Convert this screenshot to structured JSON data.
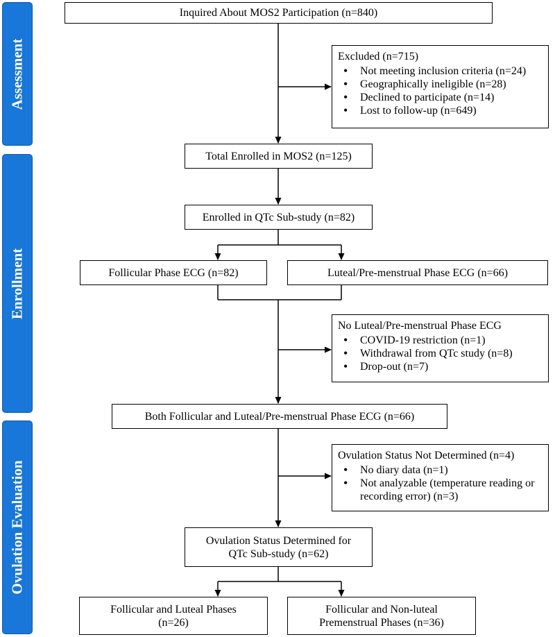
{
  "phases": {
    "assessment": "Assessment",
    "enrollment": "Enrollment",
    "ovulation": "Ovulation Evaluation"
  },
  "boxes": {
    "inquired": "Inquired About MOS2 Participation (n=840)",
    "excluded": {
      "title": "Excluded (n=715)",
      "items": [
        "Not meeting inclusion criteria (n=24)",
        "Geographically ineligible (n=28)",
        "Declined to participate (n=14)",
        "Lost to follow-up (n=649)"
      ]
    },
    "total_enrolled": "Total Enrolled in MOS2 (n=125)",
    "qtc_enrolled": "Enrolled in QTc Sub-study (n=82)",
    "follicular_ecg": "Follicular Phase ECG (n=82)",
    "luteal_ecg": "Luteal/Pre-menstrual Phase ECG (n=66)",
    "no_luteal": {
      "title": "No Luteal/Pre-menstrual Phase ECG",
      "items": [
        "COVID-19 restriction (n=1)",
        "Withdrawal from QTc study (n=8)",
        "Drop-out (n=7)"
      ]
    },
    "both_ecg": "Both Follicular and Luteal/Pre-menstrual Phase ECG (n=66)",
    "not_determined": {
      "title": "Ovulation Status Not Determined (n=4)",
      "items": [
        "No diary data (n=1)",
        "Not analyzable (temperature reading or recording error) (n=3)"
      ]
    },
    "determined": {
      "line1": "Ovulation Status Determined for",
      "line2": "QTc Sub-study (n=62)"
    },
    "follicular_luteal": {
      "line1": "Follicular and Luteal Phases",
      "line2": "(n=26)"
    },
    "non_luteal": {
      "line1": "Follicular and Non-luteal",
      "line2": "Premenstrual Phases (n=36)"
    }
  },
  "colors": {
    "phase_fill": "#1877d8",
    "phase_border": "#0b5bb0",
    "line": "#000000"
  }
}
